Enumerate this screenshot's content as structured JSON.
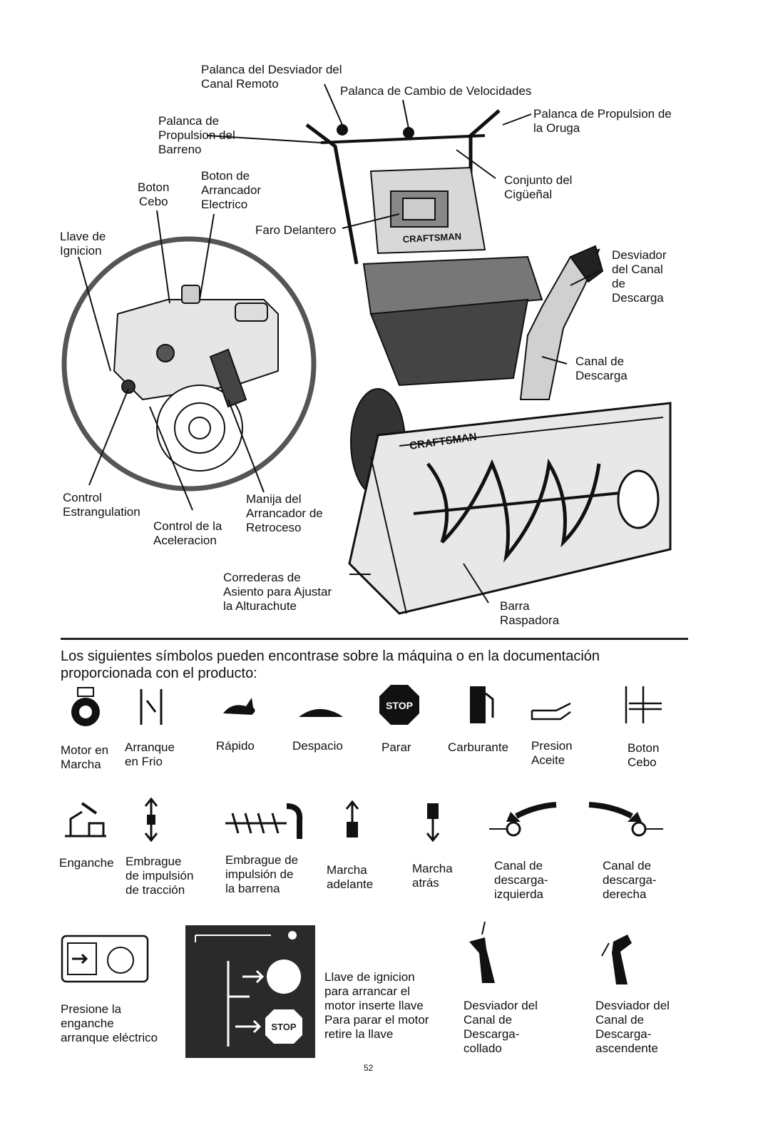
{
  "labels": {
    "palanca_desviador": "Palanca del Desviador del\nCanal Remoto",
    "palanca_cambio": "Palanca de Cambio de Velocidades",
    "palanca_oruga": "Palanca de Propulsion de\nla Oruga",
    "palanca_barreno": "Palanca de\nPropulsion del\nBarreno",
    "boton_arrancador": "Boton de\nArrancador\nElectrico",
    "boton_cebo": "Boton\nCebo",
    "conjunto_cigueñal": "Conjunto del\nCigüeñal",
    "faro": "Faro Delantero",
    "llave_ignicion": "Llave de\nIgnicion",
    "desviador_canal": "Desviador\ndel Canal\nde\nDescarga",
    "canal_descarga": "Canal de\nDescarga",
    "control_estrang": "Control\nEstrangulation",
    "control_acel": "Control de la\nAceleracion",
    "manija": "Manija del\nArrancador de\nRetroceso",
    "correderas": "Correderas de\nAsiento para Ajustar\nla Alturachute",
    "barra": "Barra\nRaspadora",
    "brand": "CRAFTSMAN"
  },
  "intro": "Los siguientes símbolos pueden encontrase sobre la máquina o en la documentación proporcionada con el producto:",
  "symbols_row1": [
    "Motor en\nMarcha",
    "Arranque\nen Frio",
    "Rápido",
    "Despacio",
    "Parar",
    "Carburante",
    "Presion\nAceite",
    "Boton\nCebo"
  ],
  "symbols_row2": [
    "Enganche",
    "Embrague\nde impulsión\nde tracción",
    "Embrague de\nimpulsión de\nla barrena",
    "Marcha\nadelante",
    "Marcha\natrás",
    "Canal de\ndescarga-\nizquierda",
    "Canal de\ndescarga-\nderecha"
  ],
  "symbols_row3": {
    "presione": "Presione la\nenganche\narranque eléctrico",
    "llave": "Llave de ignicion\npara arrancar el\nmotor inserte llave\nPara parar el motor\nretire la llave",
    "desviador_collado": "Desviador del\nCanal de\nDescarga-\ncollado",
    "desviador_ascend": "Desviador del\nCanal de\nDescarga-\nascendente",
    "stop": "STOP"
  },
  "page_number": "52"
}
